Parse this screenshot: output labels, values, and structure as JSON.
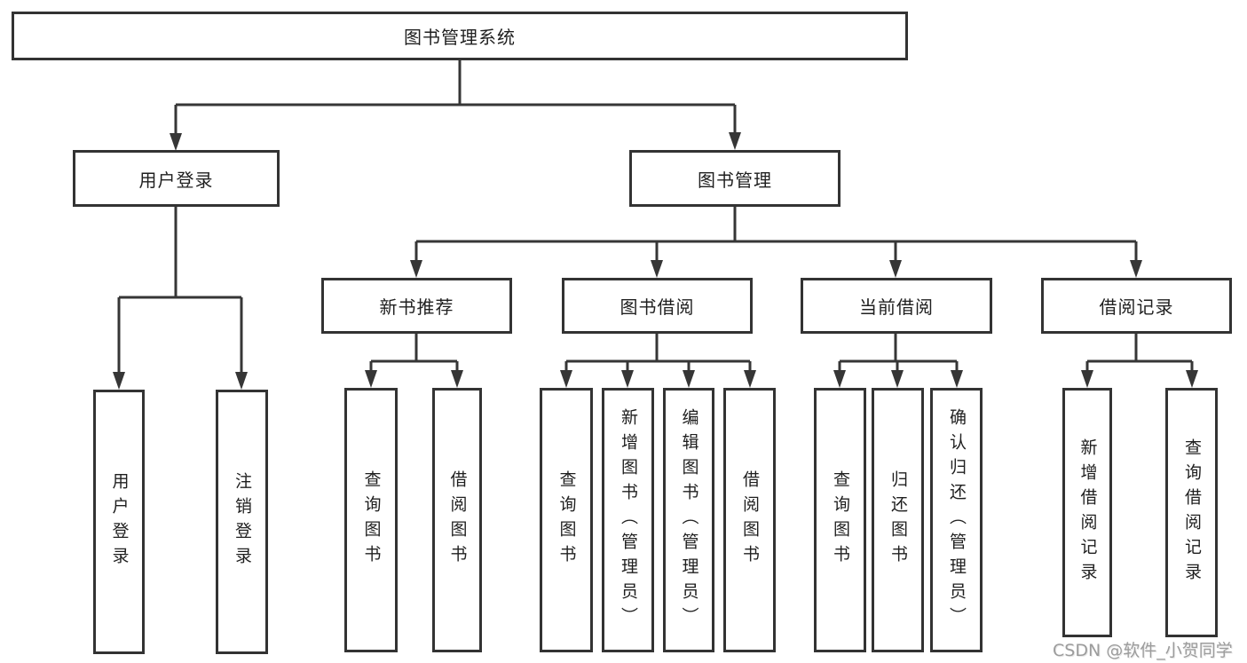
{
  "colors": {
    "line": "#363636",
    "box_border": "#333333",
    "text": "#1f1f1f",
    "background": "#ffffff",
    "watermark": "#9c9c9c"
  },
  "tree": {
    "root": "图书管理系统",
    "branches": [
      {
        "label": "用户登录",
        "children": [
          "用户登录",
          "注销登录"
        ]
      },
      {
        "label": "图书管理",
        "sections": [
          {
            "label": "新书推荐",
            "children": [
              "查询图书",
              "借阅图书"
            ]
          },
          {
            "label": "图书借阅",
            "children": [
              "查询图书",
              "新增图书（管理员）",
              "编辑图书（管理员）",
              "借阅图书"
            ]
          },
          {
            "label": "当前借阅",
            "children": [
              "查询图书",
              "归还图书",
              "确认归还（管理员）"
            ]
          },
          {
            "label": "借阅记录",
            "children": [
              "新增借阅记录",
              "查询借阅记录"
            ]
          }
        ]
      }
    ]
  },
  "watermark": {
    "text": "CSDN @软件_小贺同学"
  }
}
